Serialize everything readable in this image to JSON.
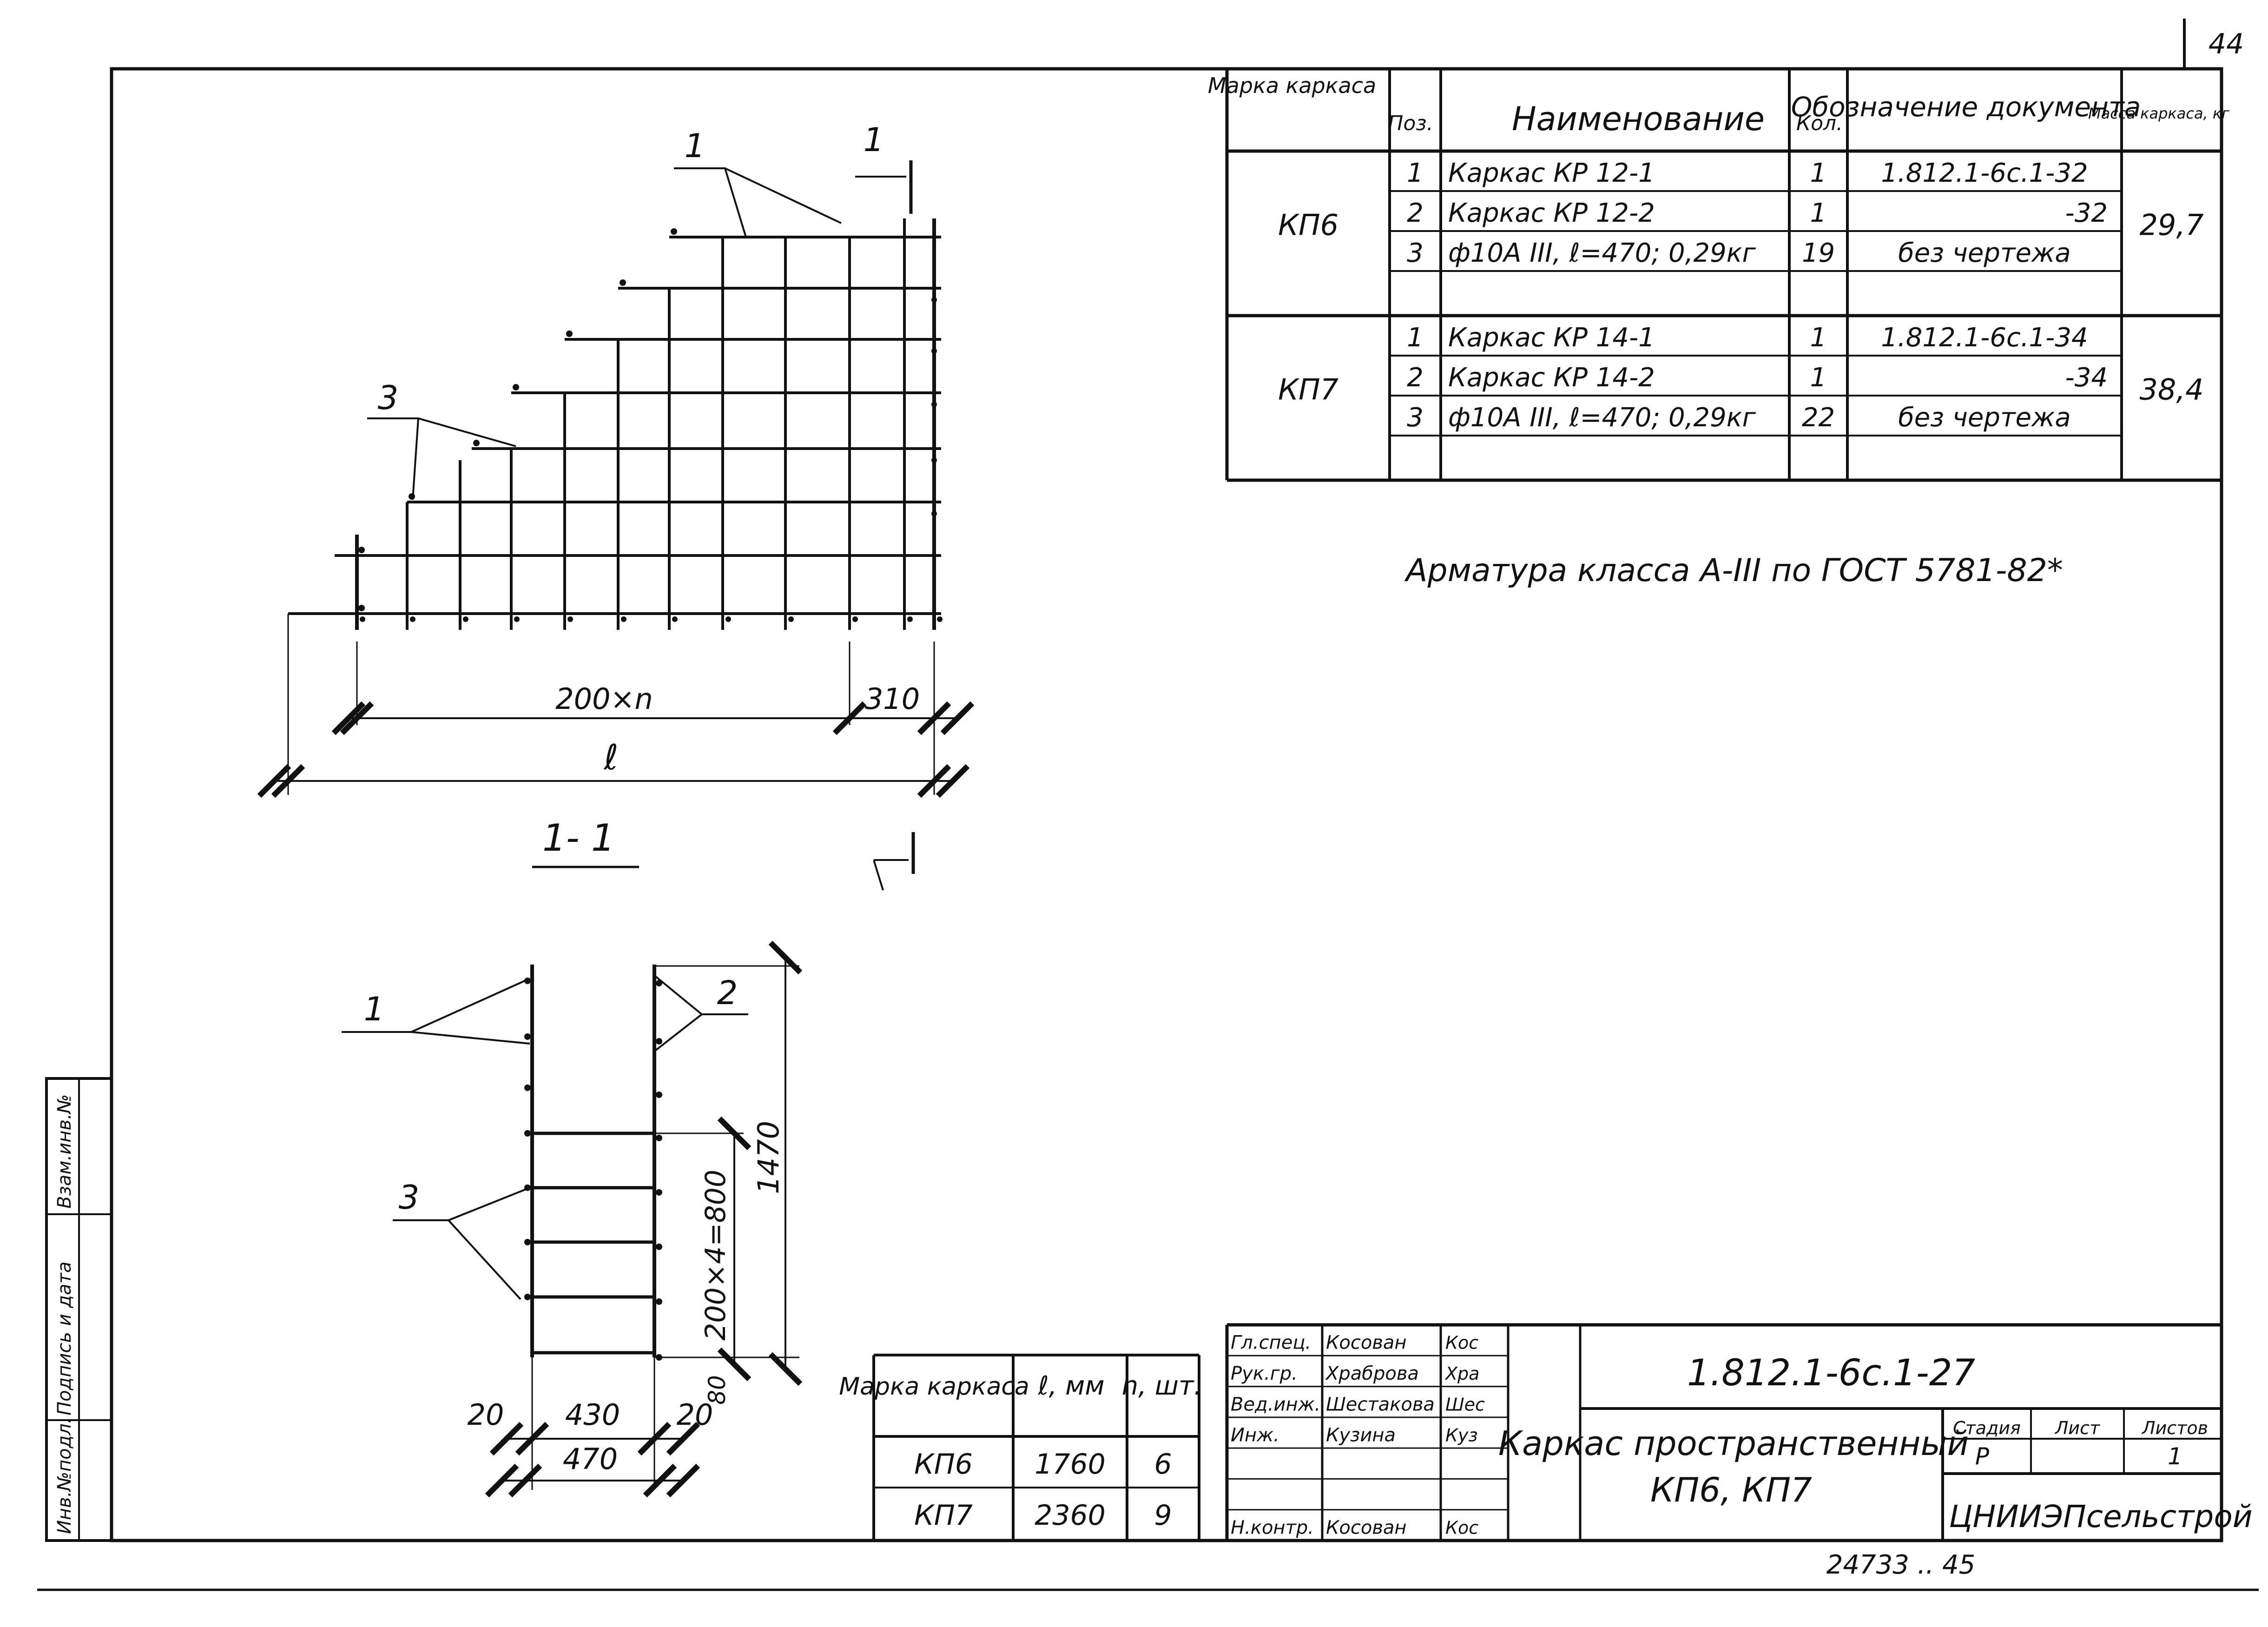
{
  "sheet": {
    "page_number": "44",
    "bottom_note": "24733  ..  45",
    "side_stamp": [
      "Инв.№подл.",
      "Подпись и дата",
      "Взам.инв.№"
    ]
  },
  "general_note": "Арматура класса А-III по ГОСТ 5781-82*",
  "spec_table": {
    "headers": [
      "Марка каркаса",
      "Поз.",
      "Наименование",
      "Кол.",
      "Обозначение документа",
      "Масса каркаса, кг"
    ],
    "groups": [
      {
        "mark": "КП6",
        "mass": "29,7",
        "rows": [
          {
            "pos": "1",
            "name": "Каркас КР 12-1",
            "qty": "1",
            "doc": "1.812.1-6с.1-32"
          },
          {
            "pos": "2",
            "name": "Каркас КР 12-2",
            "qty": "1",
            "doc": "-32"
          },
          {
            "pos": "3",
            "name": "ф10А III, ℓ=470;  0,29кг",
            "qty": "19",
            "doc": "без чертежа"
          }
        ]
      },
      {
        "mark": "КП7",
        "mass": "38,4",
        "rows": [
          {
            "pos": "1",
            "name": "Каркас КР 14-1",
            "qty": "1",
            "doc": "1.812.1-6с.1-34"
          },
          {
            "pos": "2",
            "name": "Каркас КР 14-2",
            "qty": "1",
            "doc": "-34"
          },
          {
            "pos": "3",
            "name": "ф10А III, ℓ=470;  0,29кг",
            "qty": "22",
            "doc": "без чертежа"
          }
        ]
      }
    ]
  },
  "size_table": {
    "headers": [
      "Марка каркаса",
      "ℓ, мм",
      "n, шт."
    ],
    "rows": [
      {
        "mark": "КП6",
        "l": "1760",
        "n": "6"
      },
      {
        "mark": "КП7",
        "l": "2360",
        "n": "9"
      }
    ]
  },
  "elevation": {
    "leaders": [
      "1",
      "1",
      "3"
    ],
    "dims": {
      "main": "200×n",
      "end": "310",
      "total": "ℓ"
    },
    "section_title": "1- 1"
  },
  "section": {
    "leaders": [
      "1",
      "2",
      "3"
    ],
    "dims": {
      "clear": "430",
      "left": "20",
      "right": "20",
      "overall": "470",
      "spacing": "200×4=800",
      "height": "1470",
      "bottom": "80"
    }
  },
  "title_block": {
    "doc_number": "1.812.1-6с.1-27",
    "title": "Каркас пространственный",
    "subtitle": "КП6, КП7",
    "stage_label": "Стадия",
    "sheet_label": "Лист",
    "sheets_label": "Листов",
    "stage": "Р",
    "sheets": "1",
    "organization": "ЦНИИЭПсельстрой",
    "signatures": [
      {
        "role": "Гл.спец.",
        "name": "Косован",
        "sign": "Кос"
      },
      {
        "role": "Рук.гр.",
        "name": "Храброва",
        "sign": "Хра"
      },
      {
        "role": "Вед.инж.",
        "name": "Шестакова",
        "sign": "Шес"
      },
      {
        "role": "Инж.",
        "name": "Кузина",
        "sign": "Куз"
      },
      {
        "role": "",
        "name": "",
        "sign": ""
      },
      {
        "role": "",
        "name": "",
        "sign": ""
      },
      {
        "role": "Н.контр.",
        "name": "Косован",
        "sign": "Кос"
      }
    ]
  }
}
